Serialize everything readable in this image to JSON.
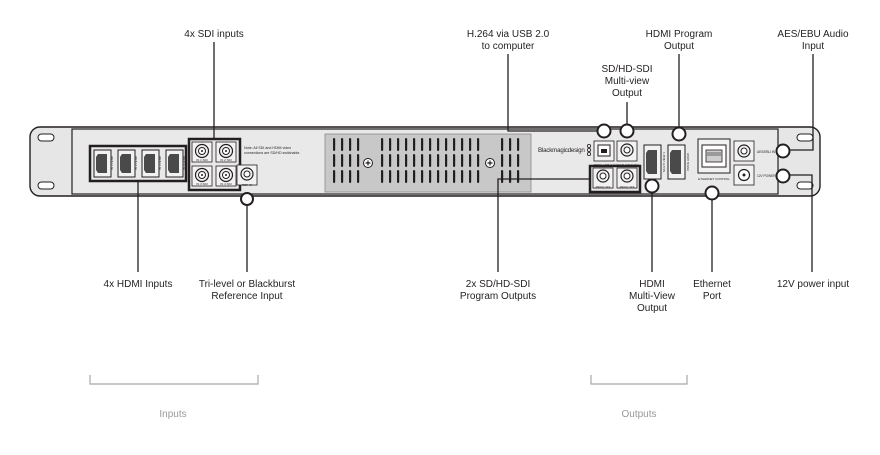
{
  "labels": {
    "sdi_inputs": "4x SDI inputs",
    "h264_usb": [
      "H.264 via USB 2.0",
      "to computer"
    ],
    "hdmi_program_output": [
      "HDMI Program",
      "Output"
    ],
    "aes_ebu_audio": [
      "AES/EBU Audio",
      "Input"
    ],
    "sdhd_multiview_output": [
      "SD/HD-SDI",
      "Multi-view",
      "Output"
    ],
    "hdmi_inputs": "4x HDMI Inputs",
    "reference_input": [
      "Tri-level or Blackburst",
      "Reference Input"
    ],
    "program_outputs": [
      "2x SD/HD-SDI",
      "Program Outputs"
    ],
    "hdmi_multiview_output": [
      "HDMI",
      "Multi-View",
      "Output"
    ],
    "ethernet_port": [
      "Ethernet",
      "Port"
    ],
    "power_input": "12V power input"
  },
  "groups": {
    "inputs": "Inputs",
    "outputs": "Outputs"
  },
  "panel": {
    "brand": "Blackmagicdesign",
    "note": [
      "Note: All SDI and HDMI video",
      "connections are SD/HD switchable."
    ],
    "hdmi_in": [
      "IN 1 HDMI",
      "IN 2 HDMI",
      "IN 3 HDMI",
      "IN 4 HDMI"
    ],
    "sdi_in": [
      "IN 1 SDI",
      "IN 2 SDI",
      "IN 3 SDI",
      "IN 4 SDI"
    ],
    "ref_in": "REF IN",
    "prog_usb": "PROG USB 2.0",
    "multiview_sdi": "MULTI VIEW SDI",
    "prog_sdi": [
      "PROG SDI",
      "PROG SDI"
    ],
    "multiview_hdmi": "MULTI VIEW 1",
    "prog_hdmi": "PROG HDMI",
    "ethernet": "ETHERNET CONTROL",
    "aes_in": "AES/EBU IN",
    "power": "12V POWER"
  }
}
